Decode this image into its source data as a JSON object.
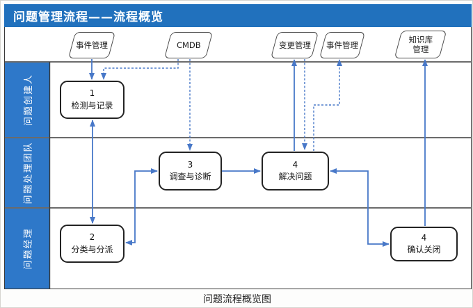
{
  "title": "问题管理流程——流程概览",
  "caption": "问题流程概览图",
  "colors": {
    "title_blue": "#2171bd",
    "lane_blue": "#2e78c9",
    "arrow_blue": "#4878c8",
    "node_border": "#232323"
  },
  "header_shapes": [
    {
      "id": "incident-management-left",
      "label": "事件管理"
    },
    {
      "id": "cmdb",
      "label": "CMDB"
    },
    {
      "id": "change-management",
      "label": "变更管理"
    },
    {
      "id": "incident-management-right",
      "label": "事件管理"
    },
    {
      "id": "knowledge-base-management",
      "label": "知识库管理"
    }
  ],
  "lanes": [
    {
      "label": "问题创建人"
    },
    {
      "label": "问题处理团队"
    },
    {
      "label": "问题经理"
    }
  ],
  "nodes": [
    {
      "num": "1",
      "label": "检测与记录"
    },
    {
      "num": "2",
      "label": "分类与分派"
    },
    {
      "num": "3",
      "label": "调查与诊断"
    },
    {
      "num": "4",
      "label": "解决问题"
    },
    {
      "num": "4",
      "label": "确认关闭"
    }
  ],
  "diagram_edges": [
    {
      "from": "事件管理(左)",
      "to": "1 检测与记录",
      "style": "solid"
    },
    {
      "from": "CMDB",
      "to": "1 检测与记录",
      "style": "dashed"
    },
    {
      "from": "CMDB",
      "to": "3 调查与诊断",
      "style": "dashed"
    },
    {
      "from": "1 检测与记录",
      "to": "2 分类与分派",
      "style": "solid-double-arrow"
    },
    {
      "from": "2 分类与分派",
      "to": "3 调查与诊断",
      "style": "solid-double-arrow"
    },
    {
      "from": "3 调查与诊断",
      "to": "4 解决问题",
      "style": "solid"
    },
    {
      "from": "4 解决问题",
      "to": "变更管理",
      "style": "solid"
    },
    {
      "from": "变更管理",
      "to": "4 解决问题",
      "style": "dashed"
    },
    {
      "from": "4 解决问题",
      "to": "事件管理(右)",
      "style": "dashed"
    },
    {
      "from": "4 解决问题",
      "to": "4 确认关闭",
      "style": "solid-double-arrow"
    },
    {
      "from": "4 确认关闭",
      "to": "知识库管理",
      "style": "solid"
    }
  ]
}
